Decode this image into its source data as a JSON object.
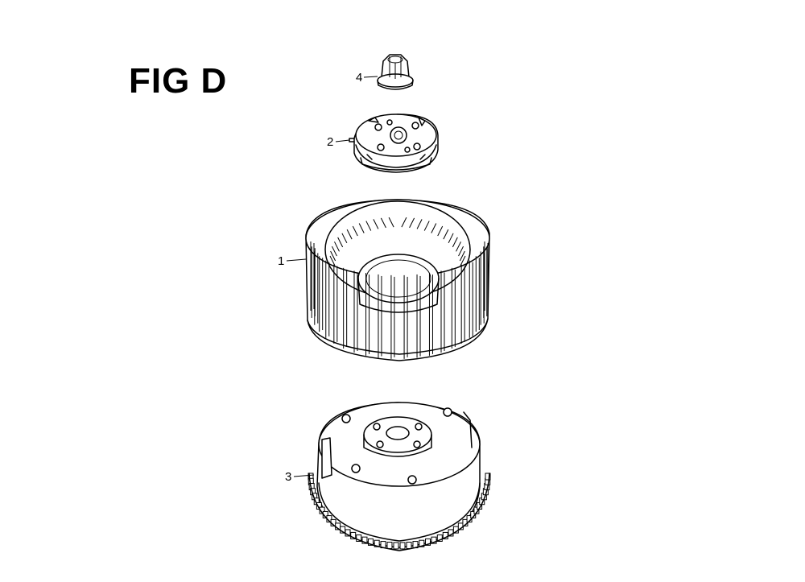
{
  "figure": {
    "title": "FIG D"
  },
  "callouts": [
    {
      "id": "4",
      "label": "4",
      "part_icon": "flange-nut-icon"
    },
    {
      "id": "2",
      "label": "2",
      "part_icon": "starter-pulley-icon"
    },
    {
      "id": "1",
      "label": "1",
      "part_icon": "cooling-fan-icon"
    },
    {
      "id": "3",
      "label": "3",
      "part_icon": "flywheel-icon"
    }
  ],
  "colors": {
    "line": "#000000",
    "background": "#ffffff"
  }
}
